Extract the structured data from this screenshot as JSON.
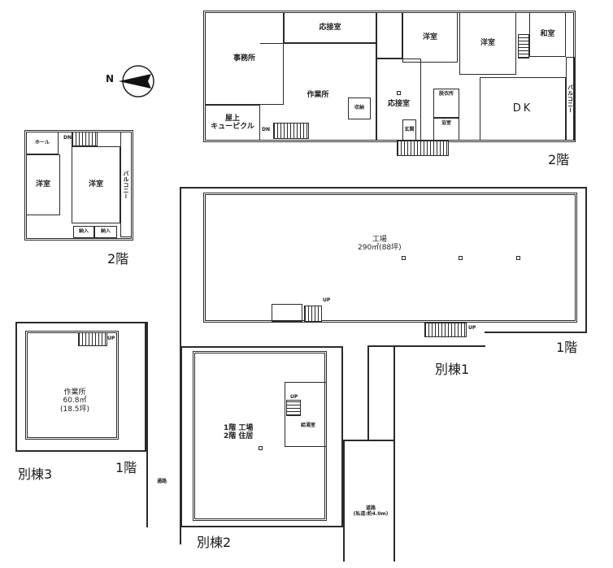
{
  "compass": {
    "north_label": "N"
  },
  "building_main_2f": {
    "floor_label": "2階",
    "rooms": {
      "office": "事務所",
      "reception_top": "応接室",
      "workroom": "作業所",
      "rooftop_cubicle_line1": "屋上",
      "rooftop_cubicle_line2": "キューピクル",
      "storage": "収納",
      "reception_mid": "応接室",
      "western_room_1": "洋室",
      "western_room_2": "洋室",
      "japanese_room": "和室",
      "dining_kitchen": "DK",
      "balcony": "バルコニー",
      "washroom": "脱衣所",
      "bathroom": "浴室",
      "entrance": "玄関",
      "stairs_dn": "DN",
      "stairs_dn2": "DN"
    }
  },
  "building_small_2f": {
    "floor_label": "2階",
    "rooms": {
      "hall": "ホール",
      "western_room_1": "洋室",
      "western_room_2": "洋室",
      "balcony": "バルコニー",
      "closet_1": "納入",
      "closet_2": "納入",
      "stairs_dn": "DN"
    }
  },
  "annex1": {
    "label": "別棟1",
    "floor_label": "1階",
    "factory_name": "工場",
    "factory_area": "290㎡(88坪)",
    "stairs_up_1": "UP",
    "stairs_up_2": "UP"
  },
  "annex2": {
    "label": "別棟2",
    "use_line1": "1階 工場",
    "use_line2": "2階 住居",
    "kitchen": "給湯室",
    "stairs_up": "UP"
  },
  "annex3": {
    "label": "別棟3",
    "floor_label": "1階",
    "room_name": "作業所",
    "room_area_m2": "60.8㎡",
    "room_area_tsubo": "(18.5坪)",
    "stairs_up": "UP"
  },
  "roads": {
    "passage": "通路",
    "road_line1": "道路",
    "road_line2": "(私道:約4.0m)"
  }
}
